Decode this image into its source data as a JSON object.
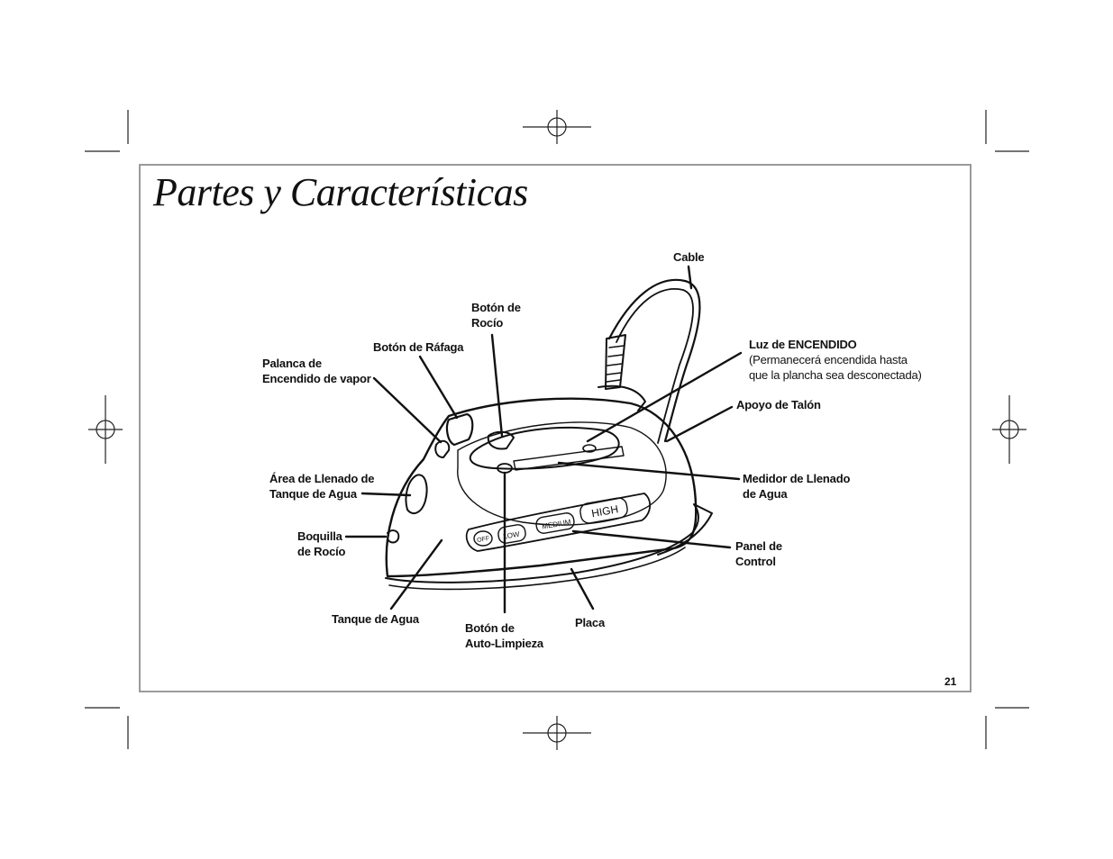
{
  "page": {
    "title": "Partes y Características",
    "number": "21"
  },
  "labels": {
    "cable": "Cable",
    "spray_button": [
      "Botón de",
      "Rocío"
    ],
    "burst_button": "Botón de Ráfaga",
    "steam_lever": [
      "Palanca de",
      "Encendido de vapor"
    ],
    "power_light": {
      "title": "Luz de ENCENDIDO",
      "note": [
        "(Permanecerá encendida hasta",
        "que la plancha sea desconectada)"
      ]
    },
    "heel_rest": "Apoyo de Talón",
    "fill_area": [
      "Área de Llenado de",
      "Tanque de Agua"
    ],
    "fill_gauge": [
      "Medidor de Llenado",
      "de Agua"
    ],
    "spray_nozzle": [
      "Boquilla",
      "de Rocío"
    ],
    "control_panel": [
      "Panel de",
      "Control"
    ],
    "water_tank": "Tanque de Agua",
    "self_clean": [
      "Botón de",
      "Auto-Limpieza"
    ],
    "soleplate": "Placa"
  },
  "iron_panel": {
    "off": "OFF",
    "low": "LOW",
    "medium": "MEDIUM",
    "high": "HIGH"
  }
}
